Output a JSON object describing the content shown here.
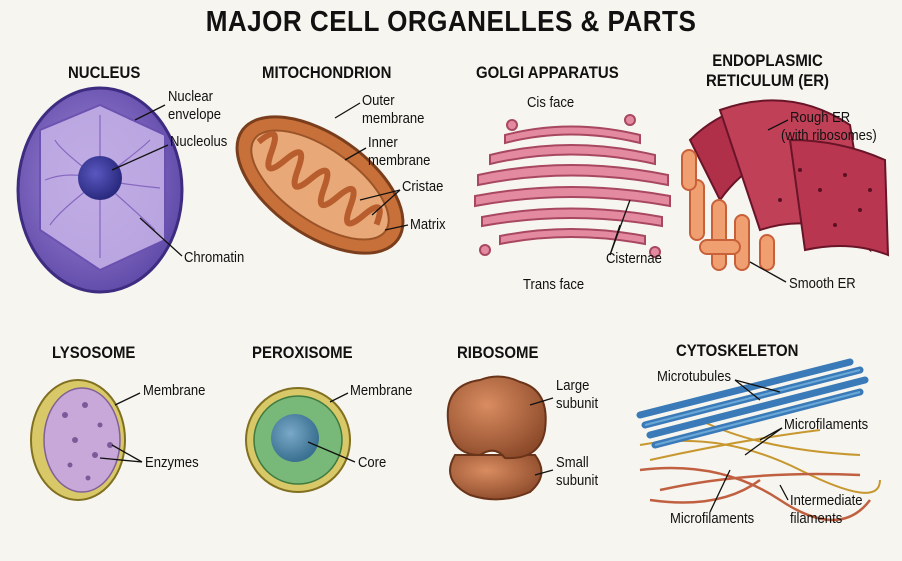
{
  "title": "MAJOR CELL ORGANELLES & PARTS",
  "nucleus": {
    "heading": "NUCLEUS",
    "labels": {
      "envelope_1": "Nuclear",
      "envelope_2": "envelope",
      "nucleolus": "Nucleolus",
      "chromatin": "Chromatin"
    }
  },
  "mitochondrion": {
    "heading": "MITOCHONDRION",
    "labels": {
      "outer_1": "Outer",
      "outer_2": "membrane",
      "inner_1": "Inner",
      "inner_2": "membrane",
      "cristae": "Cristae",
      "matrix": "Matrix"
    }
  },
  "golgi": {
    "heading": "GOLGI APPARATUS",
    "labels": {
      "cis": "Cis face",
      "trans": "Trans face",
      "cisternae": "Cisternae"
    }
  },
  "er": {
    "heading_1": "ENDOPLASMIC",
    "heading_2": "RETICULUM (ER)",
    "labels": {
      "rough_1": "Rough ER",
      "rough_2": "(with ribosomes)",
      "smooth": "Smooth ER"
    }
  },
  "lysosome": {
    "heading": "LYSOSOME",
    "labels": {
      "membrane": "Membrane",
      "enzymes": "Enzymes"
    }
  },
  "peroxisome": {
    "heading": "PEROXISOME",
    "labels": {
      "membrane": "Membrane",
      "core": "Core"
    }
  },
  "ribosome": {
    "heading": "RIBOSOME",
    "labels": {
      "large_1": "Large",
      "large_2": "subunit",
      "small_1": "Small",
      "small_2": "subunit"
    }
  },
  "cytoskeleton": {
    "heading": "CYTOSKELETON",
    "labels": {
      "microtubules": "Microtubules",
      "microfilaments_1": "Microfilaments",
      "intermediate_1": "Intermediate",
      "intermediate_2": "filaments",
      "microfilaments_2": "Microfilaments"
    }
  }
}
